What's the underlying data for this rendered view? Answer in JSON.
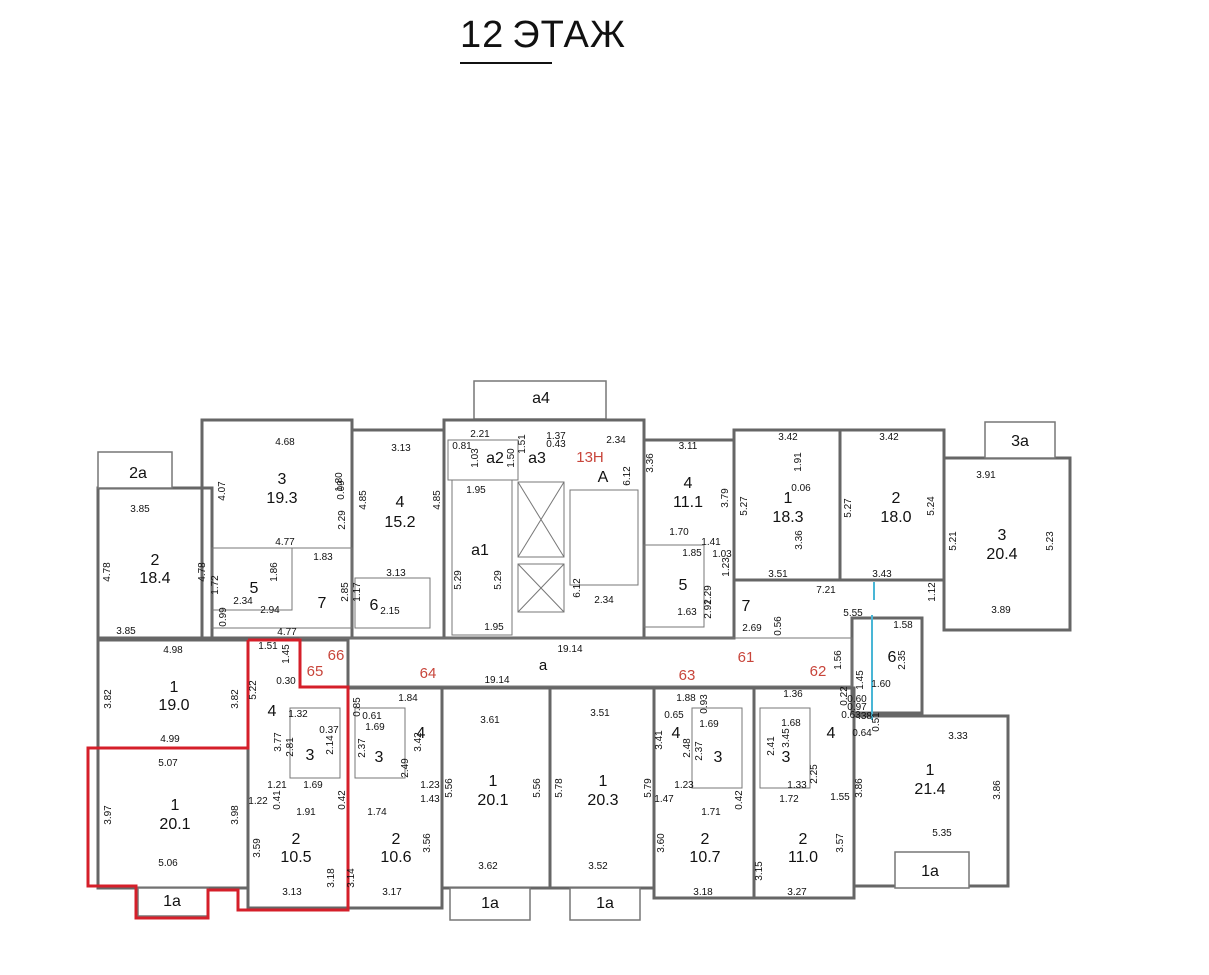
{
  "title": {
    "floor_number": "12",
    "floor_word": "ЭТАЖ"
  },
  "rooms": [
    {
      "num": "2а",
      "area": ""
    },
    {
      "num": "2",
      "area": "18.4"
    },
    {
      "num": "3",
      "area": "19.3"
    },
    {
      "num": "5",
      "area": ""
    },
    {
      "num": "7",
      "area": ""
    },
    {
      "num": "4",
      "area": "15.2"
    },
    {
      "num": "6",
      "area": ""
    },
    {
      "num": "а1",
      "area": ""
    },
    {
      "num": "а2",
      "area": ""
    },
    {
      "num": "а3",
      "area": ""
    },
    {
      "num": "а4",
      "area": ""
    },
    {
      "num": "А",
      "area": ""
    },
    {
      "num": "4",
      "area": "11.1"
    },
    {
      "num": "5",
      "area": ""
    },
    {
      "num": "7",
      "area": ""
    },
    {
      "num": "1",
      "area": "18.3"
    },
    {
      "num": "2",
      "area": "18.0"
    },
    {
      "num": "3а",
      "area": ""
    },
    {
      "num": "3",
      "area": "20.4"
    },
    {
      "num": "6",
      "area": ""
    },
    {
      "num": "1",
      "area": "19.0"
    },
    {
      "num": "4",
      "area": ""
    },
    {
      "num": "1",
      "area": "20.1"
    },
    {
      "num": "3",
      "area": ""
    },
    {
      "num": "2",
      "area": "10.5"
    },
    {
      "num": "3",
      "area": ""
    },
    {
      "num": "4",
      "area": ""
    },
    {
      "num": "2",
      "area": "10.6"
    },
    {
      "num": "1",
      "area": "20.1"
    },
    {
      "num": "1",
      "area": "20.3"
    },
    {
      "num": "4",
      "area": ""
    },
    {
      "num": "3",
      "area": ""
    },
    {
      "num": "2",
      "area": "10.7"
    },
    {
      "num": "3",
      "area": ""
    },
    {
      "num": "4",
      "area": ""
    },
    {
      "num": "2",
      "area": "11.0"
    },
    {
      "num": "1",
      "area": "21.4"
    },
    {
      "num": "1а",
      "area": ""
    },
    {
      "num": "1а",
      "area": ""
    },
    {
      "num": "1а",
      "area": ""
    },
    {
      "num": "1а",
      "area": ""
    },
    {
      "num": "а",
      "area": ""
    }
  ],
  "apartments": [
    "13Н",
    "65",
    "66",
    "64",
    "63",
    "61",
    "62"
  ],
  "dims": [
    "4.68",
    "1.80",
    "4.07",
    "0.09",
    "2.29",
    "4.77",
    "3.85",
    "4.78",
    "4.78",
    "1.83",
    "1.86",
    "2.34",
    "2.94",
    "0.99",
    "1.72",
    "2.85",
    "2.15",
    "1.17",
    "3.85",
    "4.77",
    "3.13",
    "4.85",
    "4.85",
    "3.13",
    "2.21",
    "0.81",
    "1.03",
    "1.50",
    "1.51",
    "1.37",
    "0.43",
    "2.34",
    "6.12",
    "1.95",
    "5.29",
    "5.29",
    "1.95",
    "6.12",
    "2.34",
    "3.11",
    "3.36",
    "3.79",
    "1.70",
    "1.41",
    "1.85",
    "1.03",
    "1.23",
    "2.29",
    "2.91",
    "1.63",
    "3.42",
    "1.91",
    "0.06",
    "5.27",
    "3.36",
    "3.51",
    "3.42",
    "5.27",
    "5.24",
    "3.43",
    "7.21",
    "3.91",
    "5.21",
    "5.23",
    "1.12",
    "3.89",
    "5.55",
    "2.69",
    "0.56",
    "1.58",
    "1.56",
    "2.35",
    "1.45",
    "1.60",
    "19.14",
    "19.14",
    "4.98",
    "3.82",
    "3.82",
    "4.99",
    "1.51",
    "1.45",
    "0.30",
    "5.22",
    "1.32",
    "0.37",
    "3.77",
    "2.81",
    "2.14",
    "1.21",
    "1.69",
    "5.07",
    "3.97",
    "3.98",
    "5.06",
    "1.22",
    "1.91",
    "0.41",
    "3.59",
    "3.13",
    "3.18",
    "3.14",
    "1.84",
    "0.85",
    "0.61",
    "1.69",
    "2.37",
    "3.42",
    "2.49",
    "1.23",
    "1.43",
    "1.74",
    "0.42",
    "3.56",
    "3.17",
    "3.61",
    "5.56",
    "5.56",
    "3.62",
    "3.51",
    "5.78",
    "5.79",
    "3.52",
    "1.88",
    "0.93",
    "0.65",
    "1.69",
    "2.48",
    "2.37",
    "3.41",
    "1.23",
    "1.47",
    "1.71",
    "0.42",
    "3.60",
    "3.18",
    "1.36",
    "0.22",
    "1.68",
    "2.41",
    "3.45",
    "1.33",
    "1.72",
    "1.55",
    "2.25",
    "3.15",
    "3.57",
    "3.27",
    "0.60",
    "0.63",
    "0.97",
    "0.51",
    ".38",
    "0.64",
    "3.33",
    "3.86",
    "3.86",
    "5.35"
  ]
}
